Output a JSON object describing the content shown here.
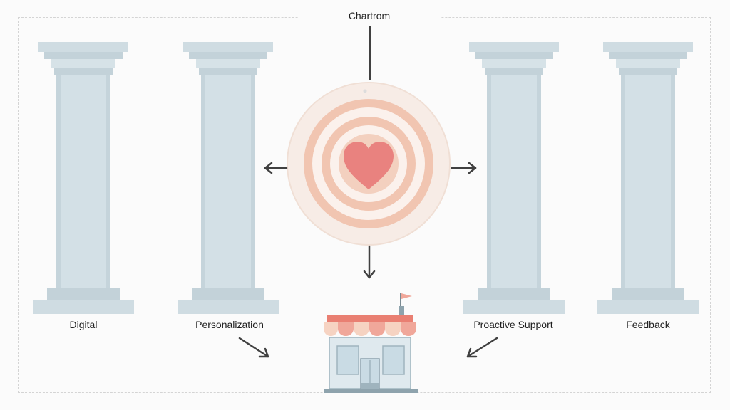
{
  "title": "Chartrom",
  "pillars": [
    {
      "label": "Digital"
    },
    {
      "label": "Personalization"
    },
    {
      "label": "Proactive Support"
    },
    {
      "label": "Feedback"
    }
  ],
  "center_icon": "heart-target-icon",
  "bottom_icon": "storefront-icon",
  "colors": {
    "pillar": "#cfdce2",
    "pillar_dark": "#b9cad2",
    "ring": "#f0c7b2",
    "heart": "#e9827f",
    "awning": "#f0a79a",
    "store": "#c9dbe4",
    "arrow": "#404040"
  }
}
